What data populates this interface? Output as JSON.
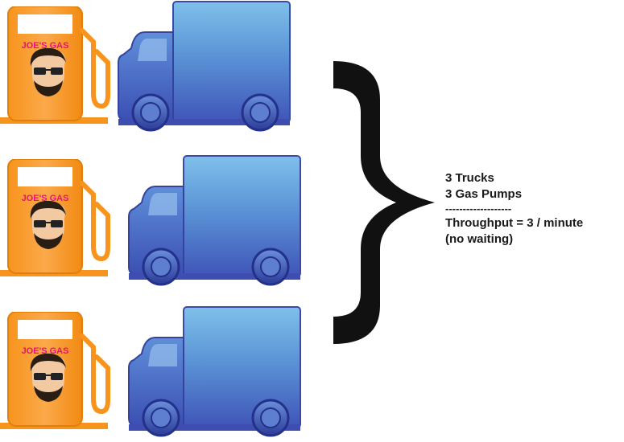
{
  "stations": [
    {
      "pump_label": "JOE'S GAS"
    },
    {
      "pump_label": "JOE'S GAS"
    },
    {
      "pump_label": "JOE'S GAS"
    }
  ],
  "summary": {
    "line1": "3 Trucks",
    "line2": "3 Gas Pumps",
    "separator": "-------------------",
    "line3": "Throughput = 3 / minute",
    "line4": "(no waiting)"
  },
  "colors": {
    "pump": "#f7941d",
    "pump_label": "#e8127c",
    "truck_body": "#4f6fc9",
    "truck_light": "#7fb4e6",
    "brace": "#111111"
  },
  "icons": {
    "pump": "gas-pump-icon",
    "truck": "delivery-truck-icon",
    "brace": "right-curly-brace"
  }
}
